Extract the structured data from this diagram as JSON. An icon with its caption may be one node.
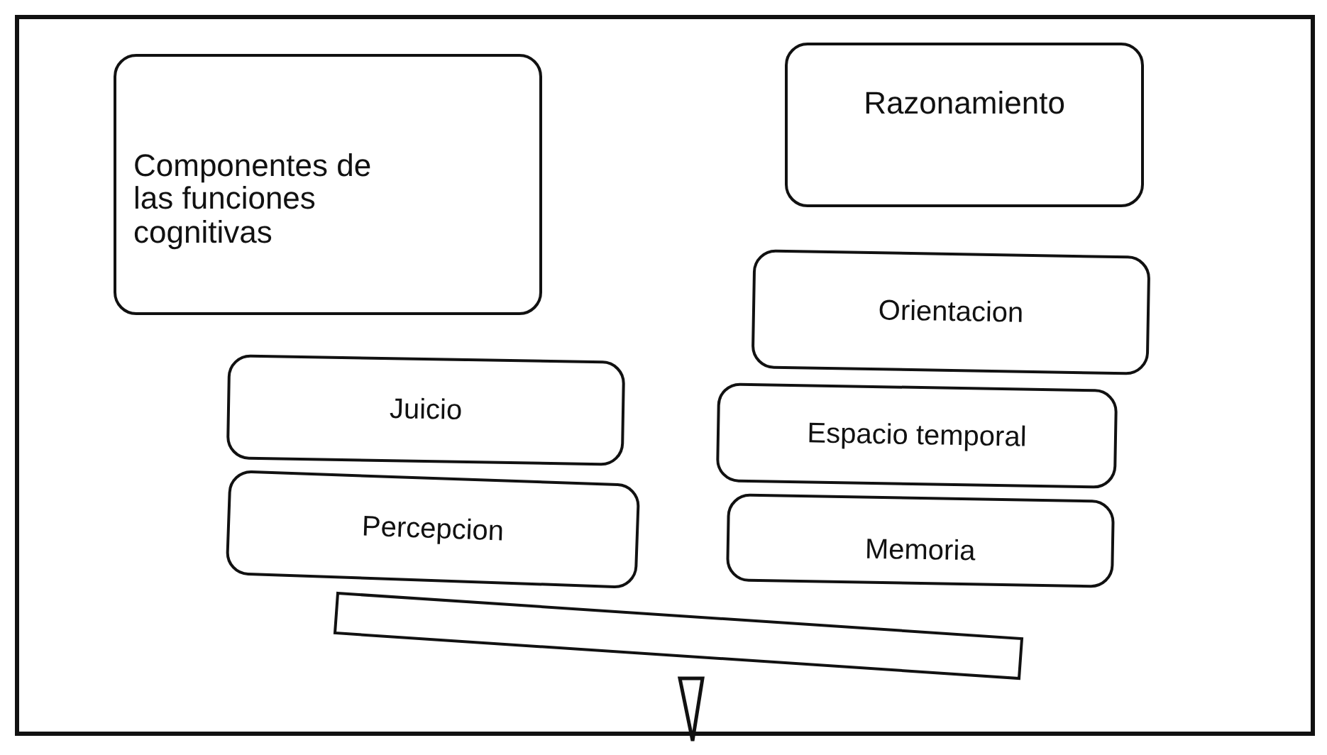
{
  "diagram": {
    "nodes": [
      {
        "text": [
          "Componentes de las funciones cognitivas"
        ]
      },
      {
        "text": [
          "Razonamiento"
        ]
      },
      {
        "text": [
          "Orientacion"
        ]
      },
      {
        "text": [
          "Juicio"
        ]
      },
      {
        "text": [
          "Espacio temporal"
        ]
      },
      {
        "text": [
          "Percepcion"
        ]
      },
      {
        "text": [
          "Memoria"
        ]
      }
    ]
  }
}
